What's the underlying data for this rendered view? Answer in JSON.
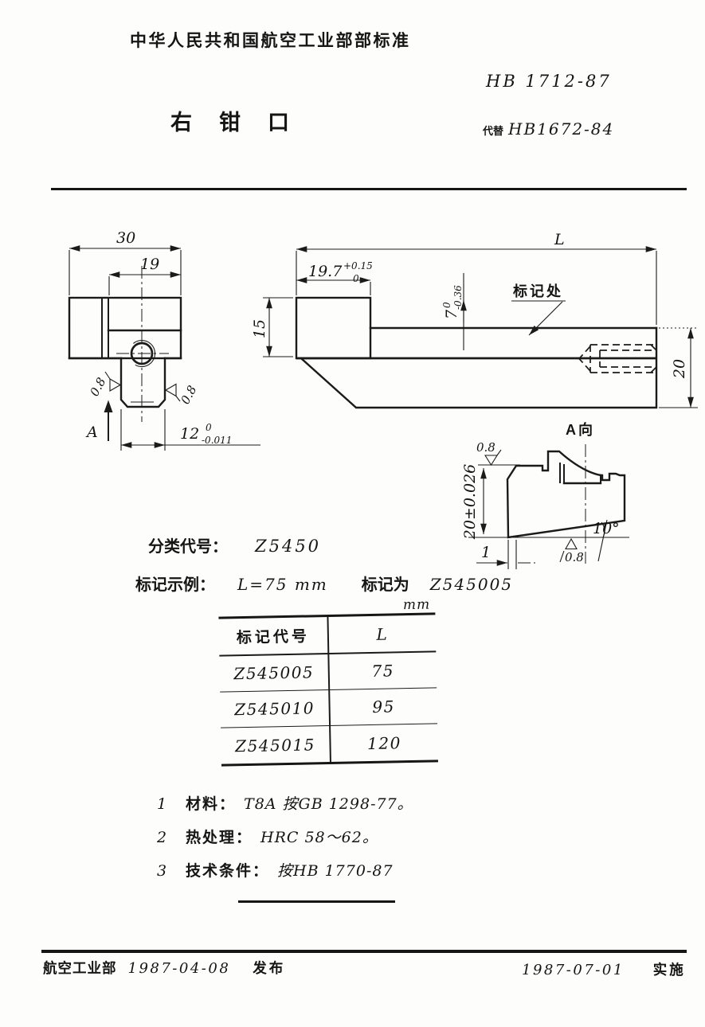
{
  "header": {
    "standard_org": "中华人民共和国航空工业部部标准",
    "standard_no": "HB 1712-87",
    "part_title": "右钳口",
    "replaces_label": "代替",
    "replaces_no": "HB1672-84"
  },
  "drawing": {
    "front": {
      "dim_width": "30",
      "dim_inner_width": "19",
      "dim_slot_base": "12",
      "dim_slot_upper": "0",
      "dim_slot_lower": "-0.011",
      "roughness_left": "0.8",
      "roughness_right": "0.8",
      "view_arrow_label": "A"
    },
    "side": {
      "dim_length": "L",
      "dim_step_base": "19.7",
      "dim_step_upper": "+0.15",
      "dim_step_lower": "0",
      "dim_plate_base": "7",
      "dim_plate_upper": "0",
      "dim_plate_lower": "-0.36",
      "dim_height_left": "15",
      "dim_height_right": "20",
      "marking_note": "标记处"
    },
    "a_view": {
      "title": "A向",
      "roughness_top": "0.8",
      "roughness_bottom": "0.8",
      "dim_height": "20±0.026",
      "angle": "10°",
      "dim_offset": "1"
    }
  },
  "classification": {
    "label": "分类代号：",
    "code": "Z5450"
  },
  "marking_example": {
    "label": "标记示例：",
    "condition": "L=75 mm",
    "marked_as_label": "标记为",
    "code": "Z545005"
  },
  "table": {
    "unit": "mm",
    "col1_header": "标记代号",
    "col2_header": "L",
    "rows": [
      [
        "Z545005",
        "75"
      ],
      [
        "Z545010",
        "95"
      ],
      [
        "Z545015",
        "120"
      ]
    ]
  },
  "notes": [
    {
      "num": "1",
      "label": "材料：",
      "value": "T8A 按GB 1298-77。"
    },
    {
      "num": "2",
      "label": "热处理：",
      "value": "HRC 58～62。"
    },
    {
      "num": "3",
      "label": "技术条件：",
      "value": "按HB 1770-87"
    }
  ],
  "footer": {
    "org": "航空工业部",
    "release_date": "1987-04-08",
    "release_label": "发布",
    "implement_date": "1987-07-01",
    "implement_label": "实施"
  }
}
